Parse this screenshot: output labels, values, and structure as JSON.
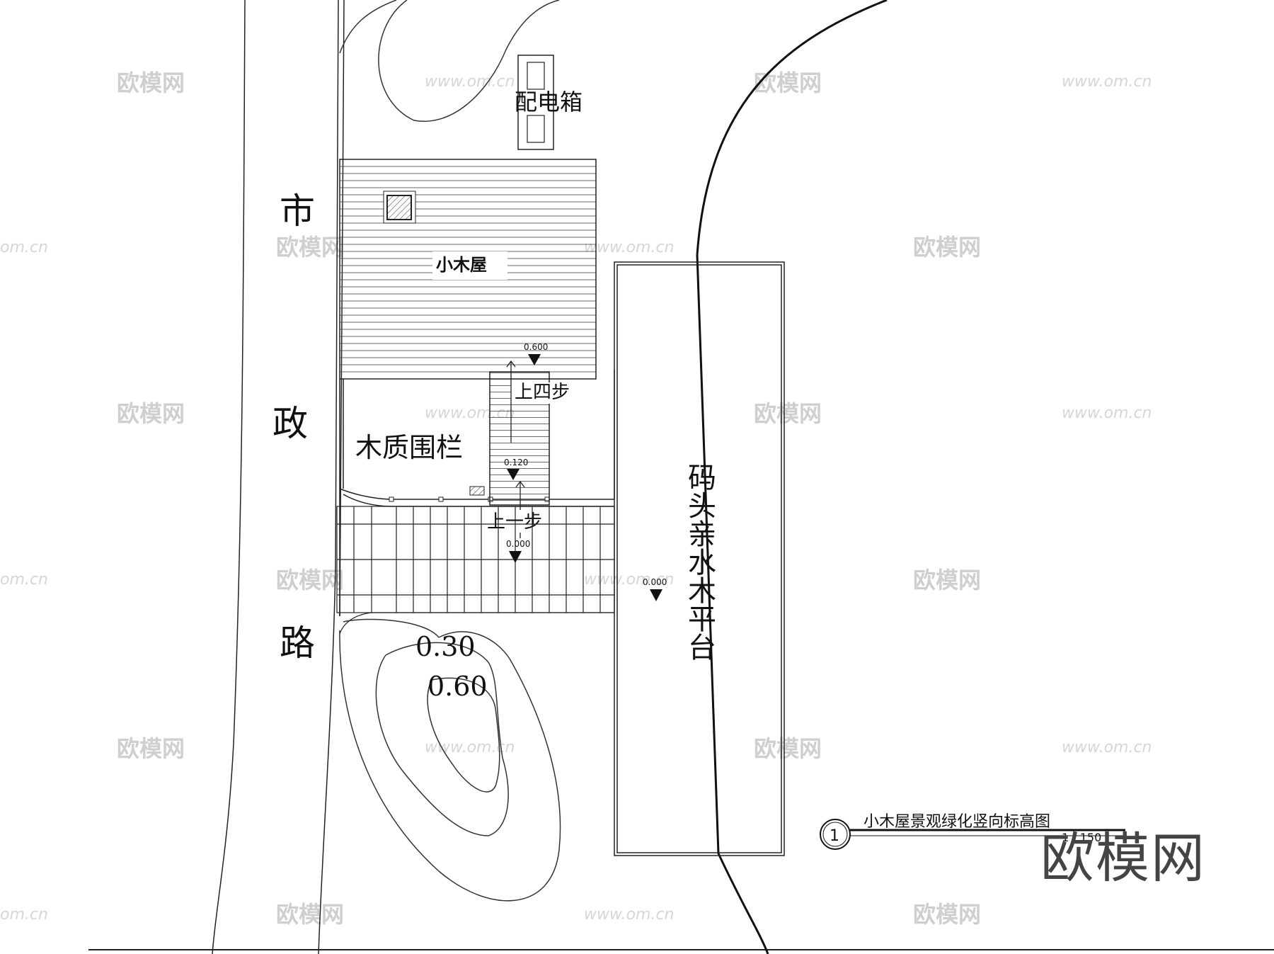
{
  "road": {
    "chars": [
      "市",
      "政",
      "路"
    ]
  },
  "labels": {
    "distribution_box": "配电箱",
    "cabin": "小木屋",
    "up_four_steps": "上四步",
    "up_one_step": "上一步",
    "wood_fence": "木质围栏",
    "dock_platform": "码头亲水木平台"
  },
  "elevations": {
    "cabin_floor": "0.600",
    "stair_mid": "0.120",
    "paving": "0.000",
    "dock": "0.000",
    "contour_outer": "0.30",
    "contour_inner": "0.60"
  },
  "title_block": {
    "number": "1",
    "title": "小木屋景观绿化竖向标高图",
    "scale": "1 : 150"
  },
  "watermark": {
    "brand": "欧模网",
    "url": "www.om.cn",
    "url_short": "om.cn"
  }
}
